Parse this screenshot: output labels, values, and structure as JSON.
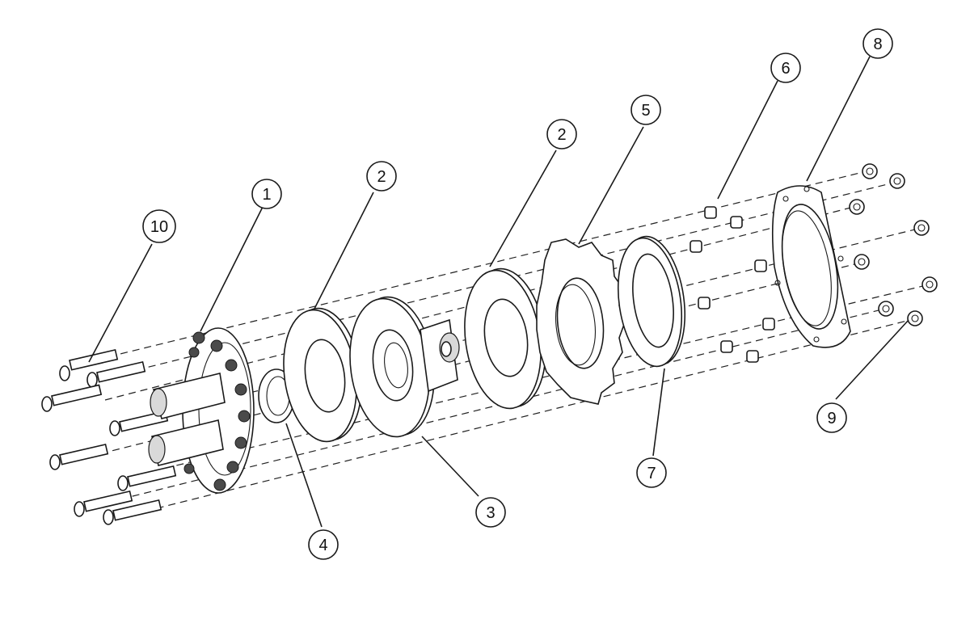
{
  "callouts": [
    {
      "label": "1"
    },
    {
      "label": "2"
    },
    {
      "label": "2"
    },
    {
      "label": "3"
    },
    {
      "label": "4"
    },
    {
      "label": "5"
    },
    {
      "label": "6"
    },
    {
      "label": "7"
    },
    {
      "label": "8"
    },
    {
      "label": "9"
    },
    {
      "label": "10"
    }
  ]
}
